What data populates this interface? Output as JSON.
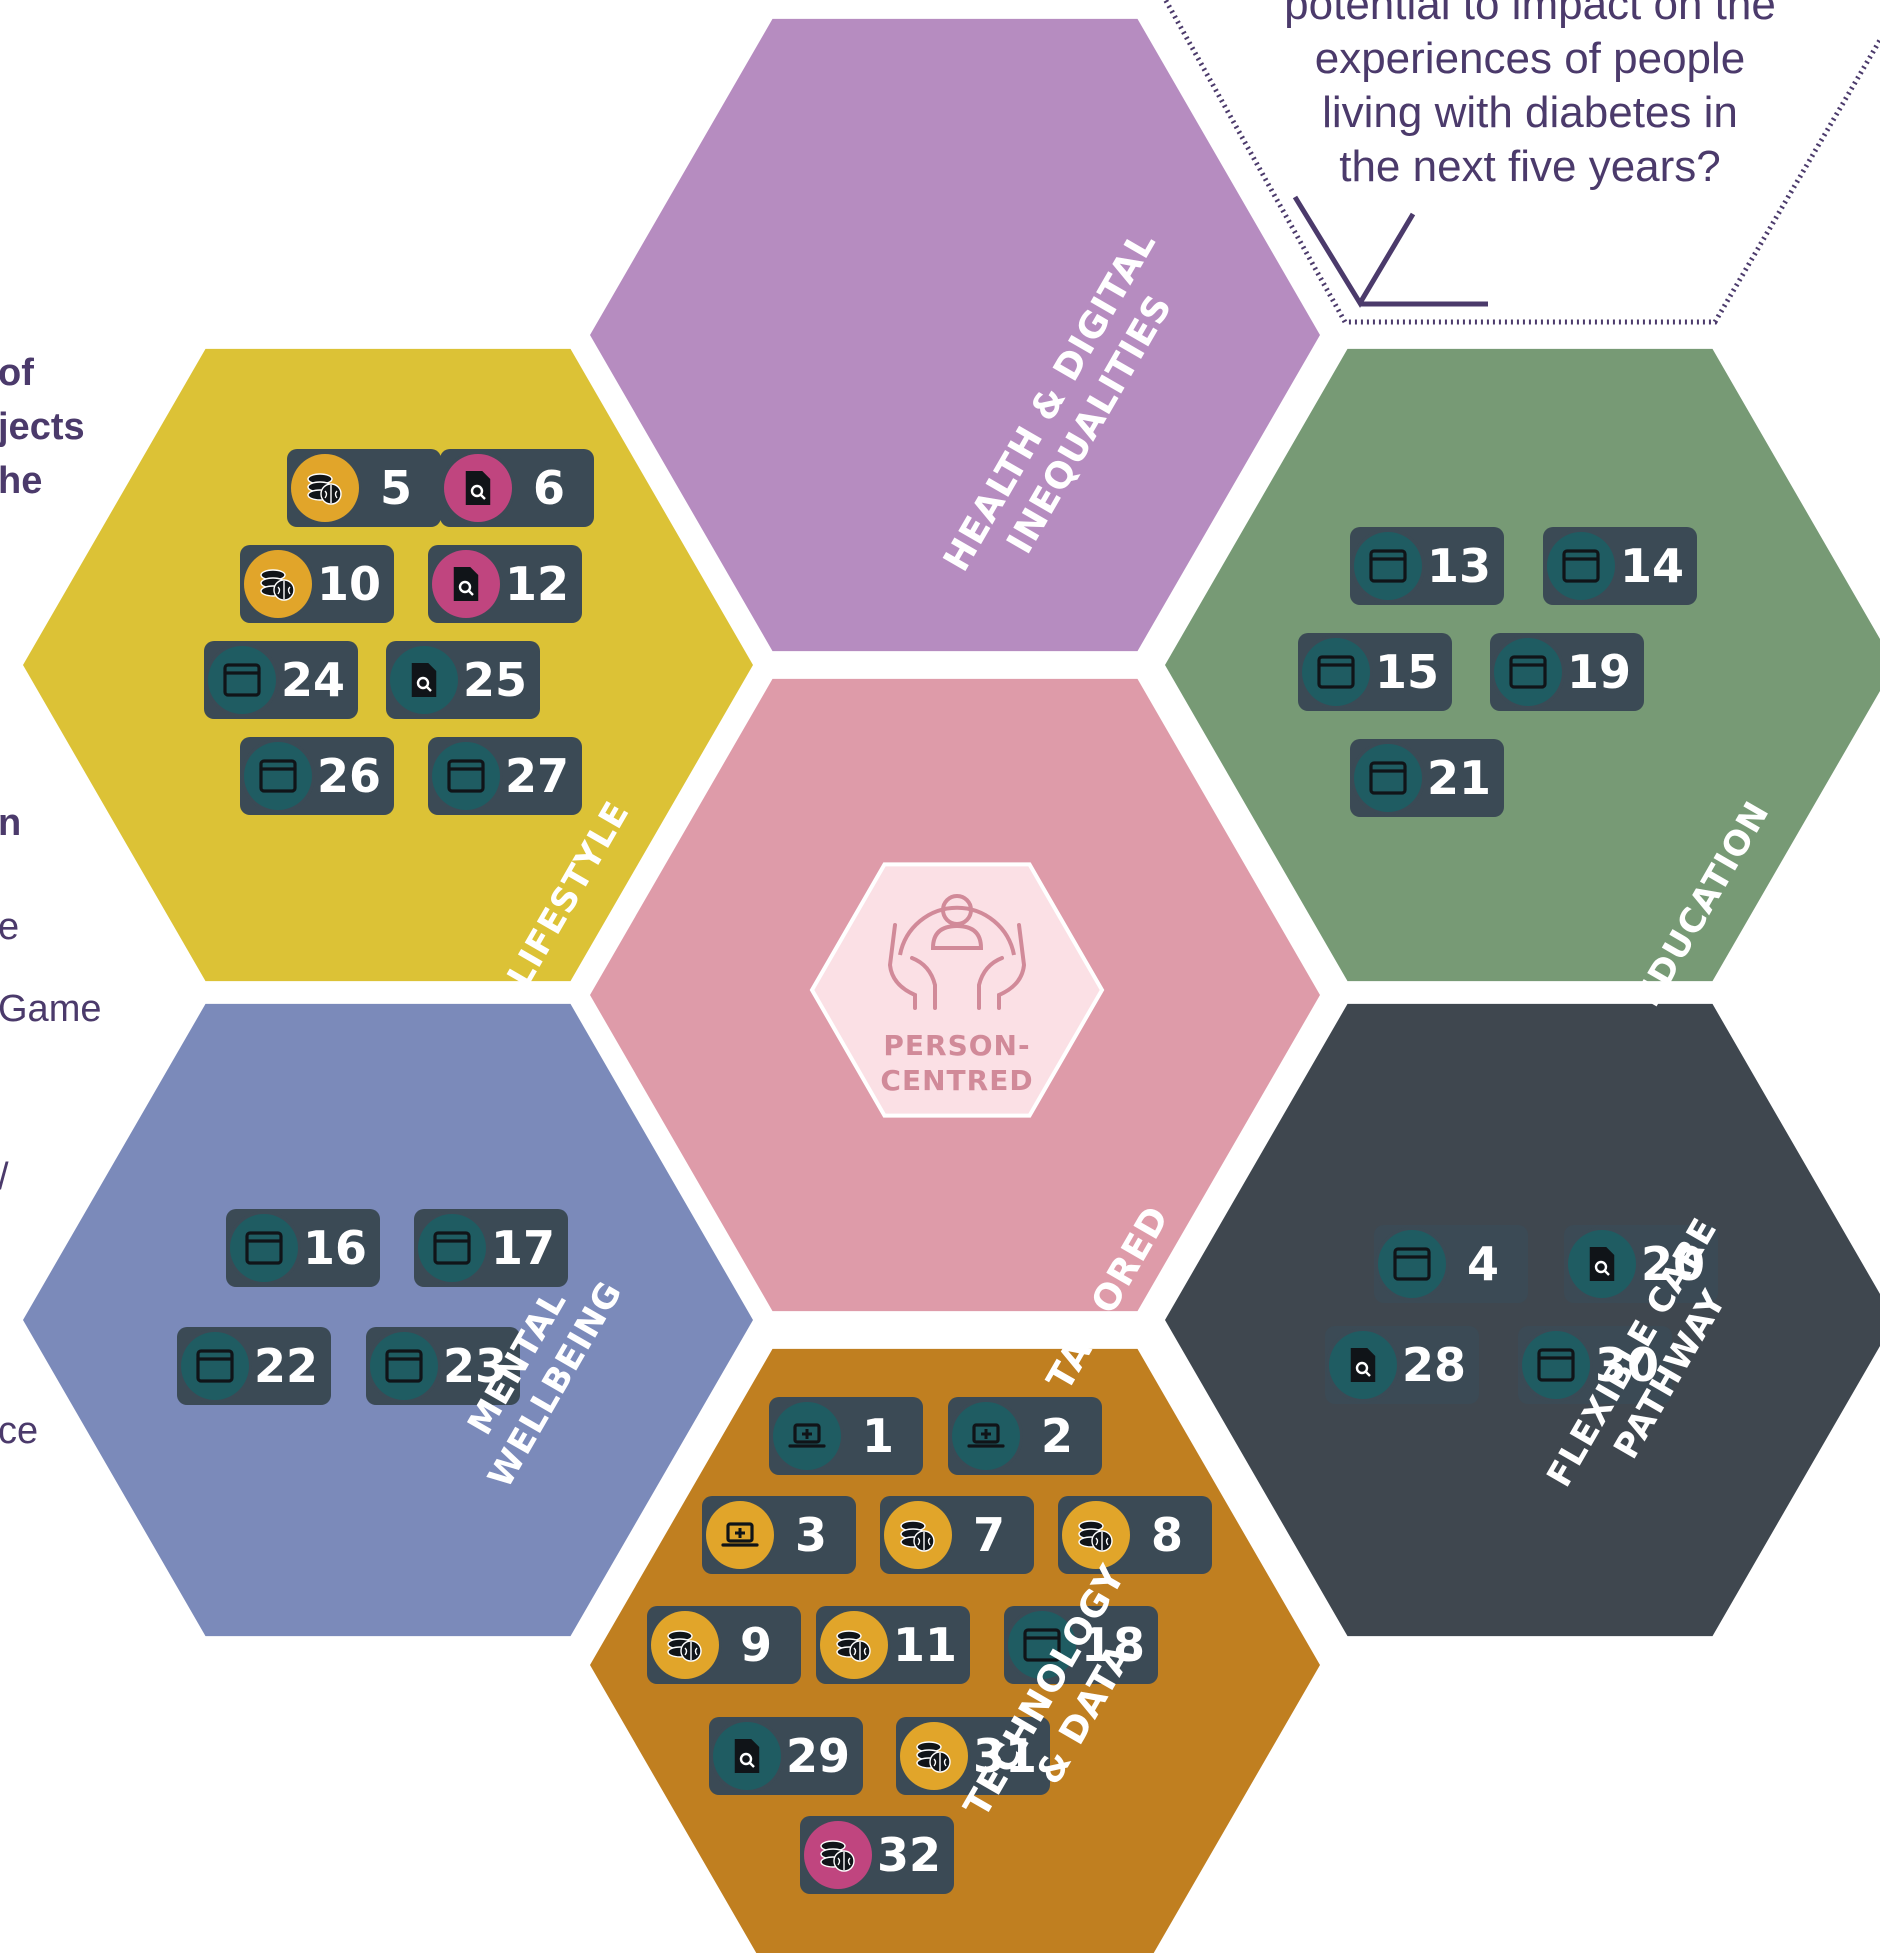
{
  "question": {
    "lines": [
      "potential to impact on the",
      "experiences of people",
      "living with diabetes in",
      "the next five years?"
    ]
  },
  "left_fragments": {
    "bold": [
      "of",
      "jects",
      "he"
    ],
    "regular": [
      "n",
      "e",
      "Game",
      "/",
      "ce"
    ]
  },
  "center": {
    "label_line1": "PERSON-",
    "label_line2": "CENTRED",
    "icon": "hands-holding-person-icon",
    "ring_label": "TAILORED"
  },
  "colors": {
    "lifestyle": "#dcc236",
    "health_inequalities": "#b68cc0",
    "education": "#779a75",
    "mental_wellbeing": "#7b8aba",
    "tailored": "#de9ba9",
    "flexible_care": "#3f474f",
    "technology_data": "#c07f20",
    "pill": "#3b4a55",
    "badge_teal": "#1f5c62",
    "badge_gold": "#e1a52a",
    "badge_magenta": "#c0457f",
    "text_purple": "#4b3a6b"
  },
  "themes": [
    {
      "key": "health_inequalities",
      "label_lines": [
        "HEALTH & DIGITAL",
        "INEQUALITIES"
      ],
      "projects": []
    },
    {
      "key": "lifestyle",
      "label_lines": [
        "LIFESTYLE"
      ],
      "projects": [
        {
          "number": "5",
          "icon": "database-brain-icon",
          "badge": "gold"
        },
        {
          "number": "6",
          "icon": "document-search-icon",
          "badge": "magenta"
        },
        {
          "number": "10",
          "icon": "database-brain-icon",
          "badge": "gold"
        },
        {
          "number": "12",
          "icon": "document-search-icon",
          "badge": "magenta"
        },
        {
          "number": "24",
          "icon": "browser-window-icon",
          "badge": "teal"
        },
        {
          "number": "25",
          "icon": "document-search-icon",
          "badge": "teal"
        },
        {
          "number": "26",
          "icon": "browser-window-icon",
          "badge": "teal"
        },
        {
          "number": "27",
          "icon": "browser-window-icon",
          "badge": "teal"
        }
      ]
    },
    {
      "key": "education",
      "label_lines": [
        "EDUCATION"
      ],
      "projects": [
        {
          "number": "13",
          "icon": "browser-window-icon",
          "badge": "teal"
        },
        {
          "number": "14",
          "icon": "browser-window-icon",
          "badge": "teal"
        },
        {
          "number": "15",
          "icon": "browser-window-icon",
          "badge": "teal"
        },
        {
          "number": "19",
          "icon": "browser-window-icon",
          "badge": "teal"
        },
        {
          "number": "21",
          "icon": "browser-window-icon",
          "badge": "teal"
        }
      ]
    },
    {
      "key": "mental_wellbeing",
      "label_lines": [
        "MENTAL",
        "WELLBEING"
      ],
      "projects": [
        {
          "number": "16",
          "icon": "browser-window-icon",
          "badge": "teal"
        },
        {
          "number": "17",
          "icon": "browser-window-icon",
          "badge": "teal"
        },
        {
          "number": "22",
          "icon": "browser-window-icon",
          "badge": "teal"
        },
        {
          "number": "23",
          "icon": "browser-window-icon",
          "badge": "teal"
        }
      ]
    },
    {
      "key": "flexible_care",
      "label_lines": [
        "FLEXIBLE CARE",
        "PATHWAY"
      ],
      "projects": [
        {
          "number": "4",
          "icon": "browser-window-icon",
          "badge": "teal"
        },
        {
          "number": "20",
          "icon": "document-search-icon",
          "badge": "teal"
        },
        {
          "number": "28",
          "icon": "document-search-icon",
          "badge": "teal"
        },
        {
          "number": "30",
          "icon": "browser-window-icon",
          "badge": "teal"
        }
      ]
    },
    {
      "key": "technology_data",
      "label_lines": [
        "TECHNOLOGY",
        "& DATA"
      ],
      "projects": [
        {
          "number": "1",
          "icon": "laptop-medical-icon",
          "badge": "teal"
        },
        {
          "number": "2",
          "icon": "laptop-medical-icon",
          "badge": "teal"
        },
        {
          "number": "3",
          "icon": "laptop-medical-icon",
          "badge": "gold"
        },
        {
          "number": "7",
          "icon": "database-brain-icon",
          "badge": "gold"
        },
        {
          "number": "8",
          "icon": "database-brain-icon",
          "badge": "gold"
        },
        {
          "number": "9",
          "icon": "database-brain-icon",
          "badge": "gold"
        },
        {
          "number": "11",
          "icon": "database-brain-icon",
          "badge": "gold"
        },
        {
          "number": "18",
          "icon": "browser-window-icon",
          "badge": "teal"
        },
        {
          "number": "29",
          "icon": "document-search-icon",
          "badge": "teal"
        },
        {
          "number": "31",
          "icon": "database-brain-icon",
          "badge": "gold"
        },
        {
          "number": "32",
          "icon": "database-brain-icon",
          "badge": "magenta"
        }
      ]
    }
  ]
}
